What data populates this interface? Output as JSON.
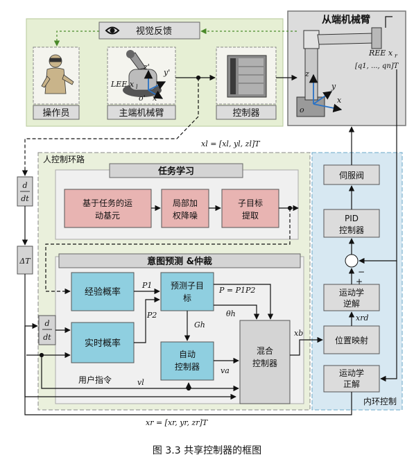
{
  "caption": "图  3.3  共享控制器的框图",
  "top": {
    "visual_feedback": "视觉反馈",
    "operator": "操作员",
    "master_arm": "主端机械臂",
    "controller": "控制器",
    "slave_arm": "从端机械臂",
    "lee_xl": "LEE x",
    "lee_sub": "l",
    "master_axes": {
      "z": "z'",
      "y": "y'",
      "x": "x'",
      "o": "o'"
    },
    "slave_axes": {
      "z": "z",
      "y": "y",
      "x": "x",
      "o": "o"
    },
    "ree": "REE x",
    "ree_sub": "r",
    "joints": "[q1, ..., qn]T"
  },
  "signals": {
    "xl_eq": "xl = [xl, yl, zl]T",
    "xr_eq": "xr = [xr, yr, zr]T",
    "ddt": "d",
    "dt": "dt",
    "delta_t": "ΔT",
    "p1": "P1",
    "p2": "P2",
    "p_eq": "P = P1P2",
    "theta": "θh",
    "gh": "Gh",
    "va": "va",
    "vl": "vl",
    "xb": "xb",
    "xrd": "xrd",
    "minus": "−",
    "plus": "+"
  },
  "human_loop": {
    "title": "人控制环路",
    "task_learning": "任务学习",
    "motion_primitive": [
      "基于任务的运",
      "动基元"
    ],
    "denoise": [
      "局部加",
      "权降噪"
    ],
    "subgoal": [
      "子目标",
      "提取"
    ],
    "intent": "意图预测 &仲裁",
    "experience_prob": "经验概率",
    "predict_subgoal": [
      "预测子目",
      "标"
    ],
    "realtime_prob": "实时概率",
    "auto_controller": [
      "自动",
      "控制器"
    ],
    "mix_controller": [
      "混合",
      "控制器"
    ],
    "user_cmd": "用户指令"
  },
  "inner_loop": {
    "title": "内环控制",
    "servo": "伺服阀",
    "pid": [
      "PID",
      "控制器"
    ],
    "ik": [
      "运动学",
      "逆解"
    ],
    "pos_map": "位置映射",
    "fk": [
      "运动学",
      "正解"
    ]
  }
}
